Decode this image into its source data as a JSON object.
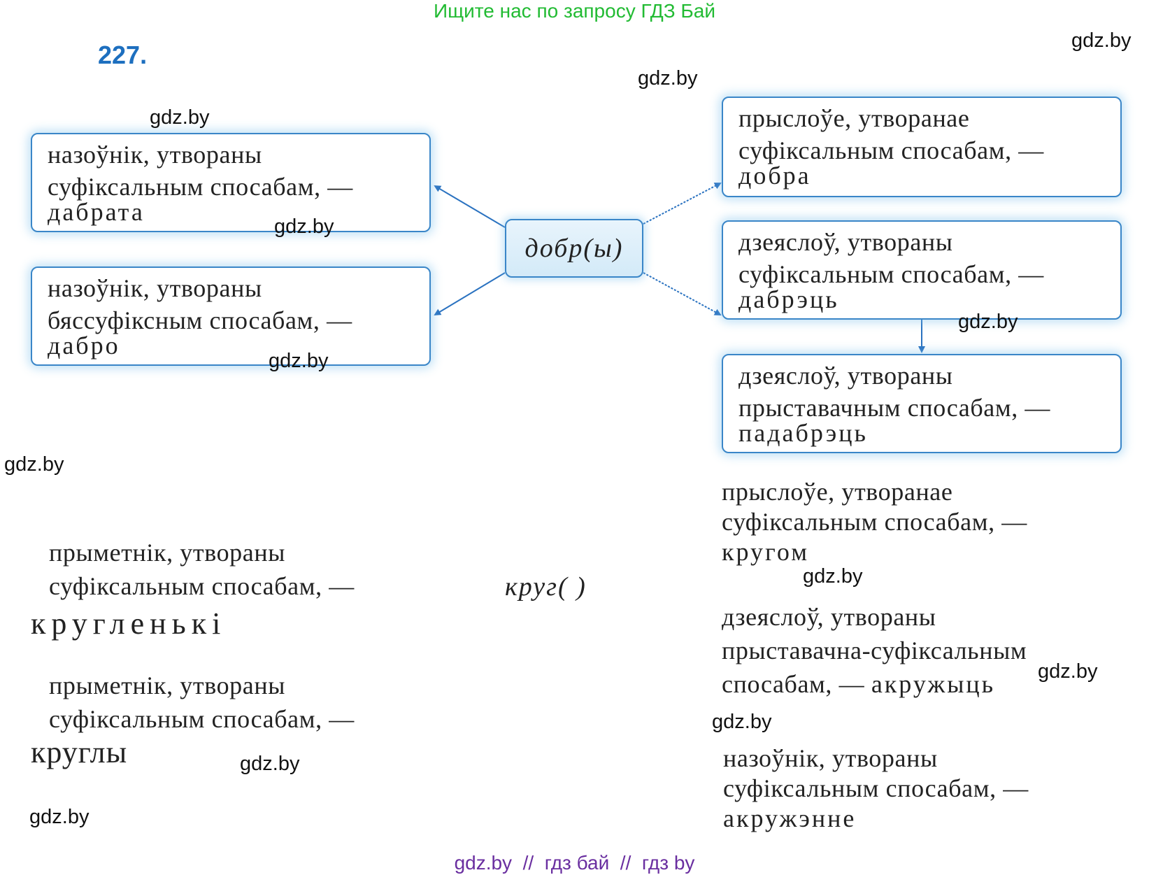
{
  "banner": "Ищите нас по запросу ГДЗ Бай",
  "exercise_number": "227.",
  "watermark": "gdz.by",
  "diagram1": {
    "root": "добр(ы)",
    "left_boxes": [
      {
        "line1": "назоўнік, утвораны",
        "line2": "суфіксальным спосабам, —",
        "word": "дабрата"
      },
      {
        "line1": "назоўнік, утвораны",
        "line2": "бяссуфіксным спосабам, —",
        "word": "дабро"
      }
    ],
    "right_boxes": [
      {
        "line1": "прыслоўе, утворанае",
        "line2": "суфіксальным спосабам, —",
        "word": "добра"
      },
      {
        "line1": "дзеяслоў, утвораны",
        "line2": "суфіксальным спосабам, —",
        "word": "дабрэць"
      },
      {
        "line1": "дзеяслоў, утвораны",
        "line2": "прыставачным спосабам, —",
        "word": "падабрэць"
      }
    ]
  },
  "diagram2": {
    "root": "круг(   )",
    "left_items": [
      {
        "line1": "прыметнік, утвораны",
        "line2": "суфіксальным спосабам, —",
        "word": "кругленькі"
      },
      {
        "line1": "прыметнік, утвораны",
        "line2": "суфіксальным спосабам, —",
        "word": "круглы"
      }
    ],
    "right_items": [
      {
        "line1": "прыслоўе, утворанае",
        "line2": "суфіксальным спосабам, —",
        "word": "кругом"
      },
      {
        "line1": "дзеяслоў, утвораны",
        "line2": "прыставачна-суфіксальным",
        "line3": "спосабам, —",
        "word": "акружыць"
      },
      {
        "line1": "назоўнік, утвораны",
        "line2": "суфіксальным спосабам, —",
        "word": "акружэнне"
      }
    ]
  },
  "footer": "gdz.by  //  гдз бай  //  гдз by",
  "colors": {
    "banner": "#22bb33",
    "exercise_number": "#1d6fbf",
    "arrow": "#2a72c0",
    "box_border": "#3a86c8",
    "footer": "#6a2fa0"
  }
}
